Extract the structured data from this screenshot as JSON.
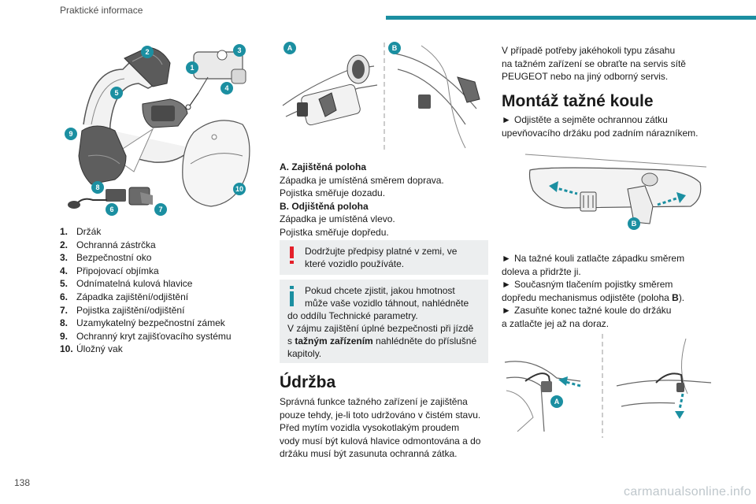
{
  "header": {
    "title": "Praktické informace"
  },
  "page_number": "138",
  "watermark": "carmanualsonline.info",
  "figure1": {
    "badges": [
      "1",
      "2",
      "3",
      "4",
      "5",
      "6",
      "7",
      "8",
      "9",
      "10"
    ]
  },
  "legend": [
    {
      "num": "1.",
      "label": "Držák"
    },
    {
      "num": "2.",
      "label": "Ochranná zástrčka"
    },
    {
      "num": "3.",
      "label": "Bezpečnostní oko"
    },
    {
      "num": "4.",
      "label": "Připojovací objímka"
    },
    {
      "num": "5.",
      "label": "Odnímatelná kulová hlavice"
    },
    {
      "num": "6.",
      "label": "Západka zajištění/odjištění"
    },
    {
      "num": "7.",
      "label": "Pojistka zajištění/odjištění"
    },
    {
      "num": "8.",
      "label": "Uzamykatelný bezpečnostní zámek"
    },
    {
      "num": "9.",
      "label": "Ochranný kryt zajišťovacího systému"
    },
    {
      "num": "10.",
      "label": "Úložný vak"
    }
  ],
  "figure2": {
    "badge_a": "A",
    "badge_b": "B"
  },
  "positions": {
    "a_title": "A. Zajištěná poloha",
    "a_line1": "Západka je umístěná směrem doprava.",
    "a_line2": "Pojistka směřuje dozadu.",
    "b_title": "B. Odjištěná poloha",
    "b_line1": "Západka je umístěná vlevo.",
    "b_line2": "Pojistka směřuje dopředu."
  },
  "warning_note": {
    "line1": "Dodržujte předpisy platné v zemi, ve",
    "line2": "které vozidlo používáte."
  },
  "info_note": {
    "line1": "Pokud chcete zjistit, jakou hmotnost",
    "line2": "může vaše vozidlo táhnout, nahlédněte",
    "line3": "do oddílu Technické parametry.",
    "line4": "V zájmu zajištění úplné bezpečnosti při jízdě",
    "line5_pre": "s ",
    "line5_bold": "tažným zařízením",
    "line5_post": " nahlédněte do příslušné",
    "line6": "kapitoly."
  },
  "maintenance": {
    "title": "Údržba",
    "line1": "Správná funkce tažného zařízení je zajištěna",
    "line2": "pouze tehdy, je-li toto udržováno v čistém stavu.",
    "line3": "Před mytím vozidla vysokotlakým proudem",
    "line4": "vody musí být kulová hlavice odmontována a do",
    "line5": "držáku musí být zasunuta ochranná zátka."
  },
  "service": {
    "line1": "V případě potřeby jakéhokoli typu zásahu",
    "line2": "na tažném zařízení se obraťte na servis sítě",
    "line3": "PEUGEOT nebo na jiný odborný servis."
  },
  "mounting": {
    "title": "Montáž tažné koule",
    "marker": "►",
    "step1_line1": "Odjistěte a sejměte ochrannou zátku",
    "step1_line2": "upevňovacího držáku pod zadním nárazníkem.",
    "step2_line1": "Na tažné kouli zatlačte západku směrem",
    "step2_line2": "doleva a přidržte ji.",
    "step3_line1": "Současným tlačením pojistky směrem",
    "step3_line2_pre": "dopředu mechanismus odjistěte (poloha ",
    "step3_line2_bold": "B",
    "step3_line2_post": ").",
    "step4_line1": "Zasuňte konec tažné koule do držáku",
    "step4_line2": "a zatlačte jej až na doraz."
  },
  "figure3": {
    "badge": "B"
  },
  "figure4": {
    "badge": "A"
  },
  "colors": {
    "accent": "#1b8fa1",
    "badge": "#1b8fa1",
    "warning": "#e4202a",
    "info": "#1b8fa1",
    "note_bg": "#eceeef"
  }
}
